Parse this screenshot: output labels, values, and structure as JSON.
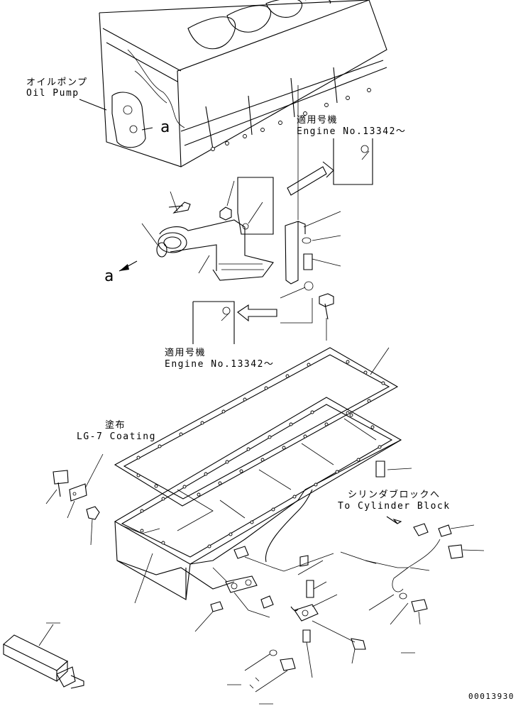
{
  "labels": {
    "oil_pump_jp": "オイルポンプ",
    "oil_pump_en": "Oil Pump",
    "ref_a_top": "a",
    "ref_a_strainer": "a",
    "applicable_jp_1": "適用号機",
    "applicable_en_1": "Engine No.13342～",
    "applicable_jp_2": "適用号機",
    "applicable_en_2": "Engine No.13342～",
    "coating_jp": "塗布",
    "coating_en": "LG-7 Coating",
    "to_block_jp": "シリンダブロックへ",
    "to_block_en": "To Cylinder Block",
    "figure_number": "00013930"
  }
}
